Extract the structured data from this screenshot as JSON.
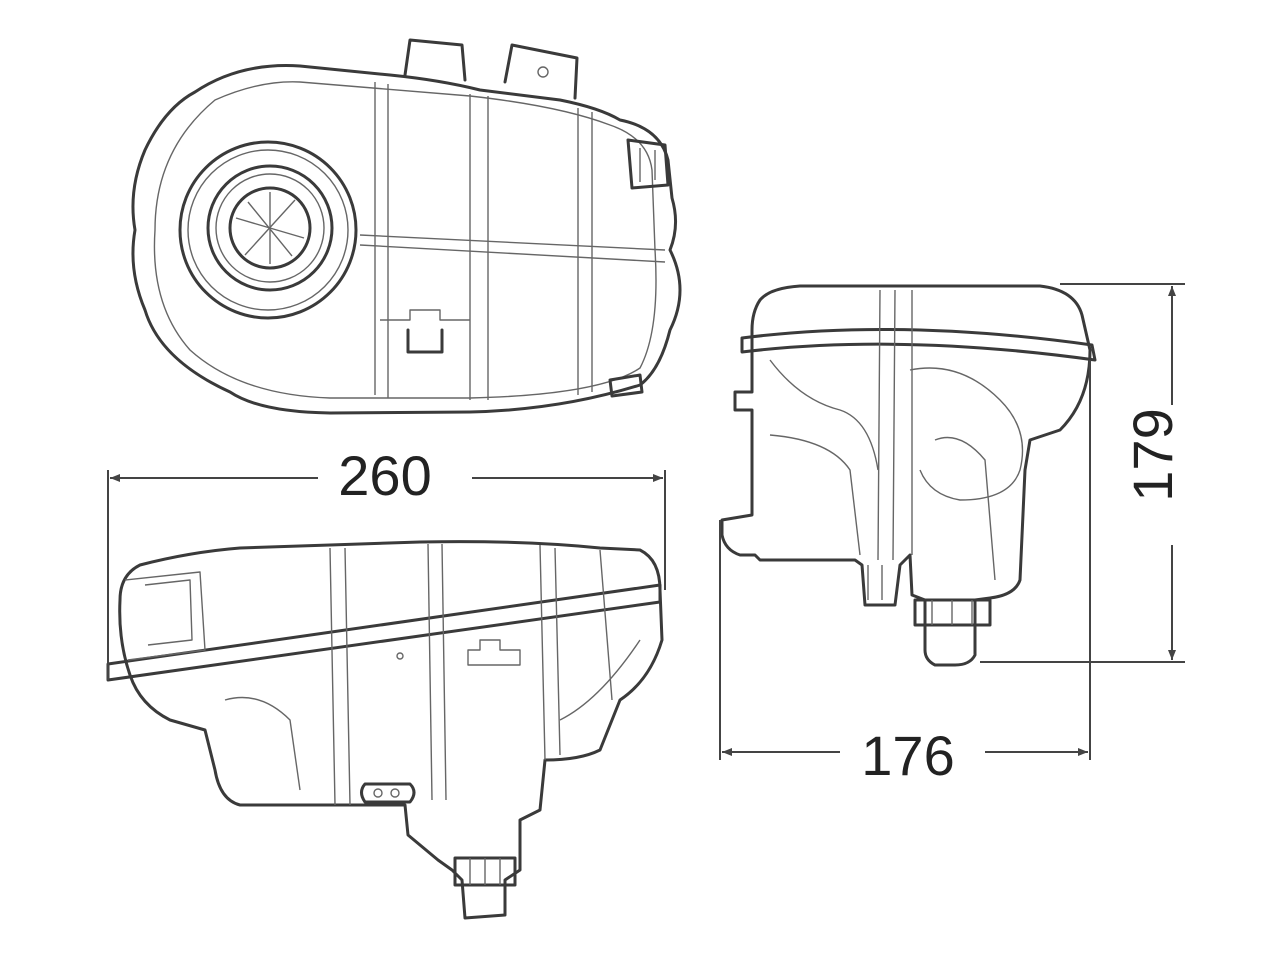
{
  "dimensions": {
    "width": "260",
    "depth": "176",
    "height": "179"
  },
  "colors": {
    "line": "#3a3a3a",
    "detail": "#666666",
    "background": "#ffffff"
  }
}
